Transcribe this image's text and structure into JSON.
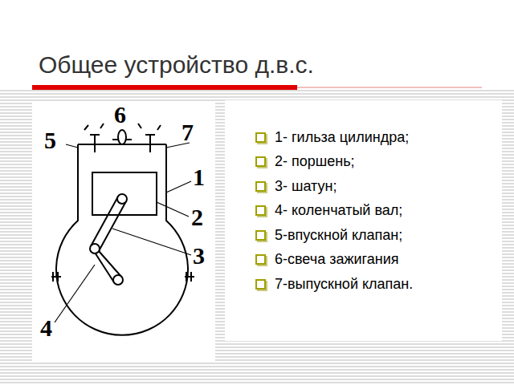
{
  "diagram": {
    "title": "Общее устройство д.в.с.",
    "labels": [
      "6",
      "5",
      "7",
      "1",
      "2",
      "3",
      "4",
      "1- гильза цилиндра;",
      "2- поршень;",
      "3- шатун;",
      "4- коленчатый вал;",
      "5-впускной клапан;",
      "6-свеча зажигания",
      "7-выпускной клапан."
    ]
  }
}
